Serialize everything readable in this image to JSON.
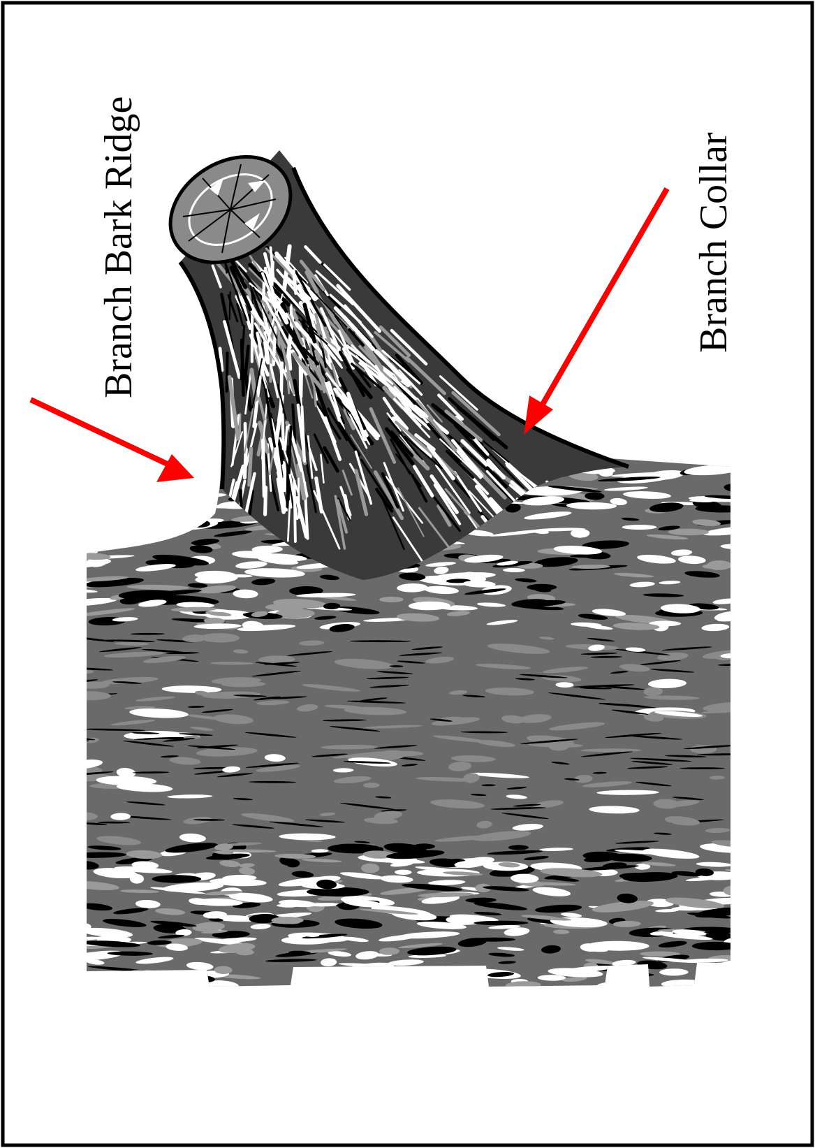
{
  "labels": {
    "left": "Branch Bark Ridge",
    "right": "Branch Collar"
  },
  "colors": {
    "arrow": "#ff0000",
    "ink": "#000000",
    "bark_dark": "#6a6a6a",
    "bark_mid": "#9a9a9a",
    "bark_light": "#ffffff",
    "frame": "#000000"
  },
  "icons": {
    "left_arrow": "arrow-pointing-to-branch-bark-ridge",
    "right_arrow": "arrow-pointing-to-branch-collar"
  }
}
